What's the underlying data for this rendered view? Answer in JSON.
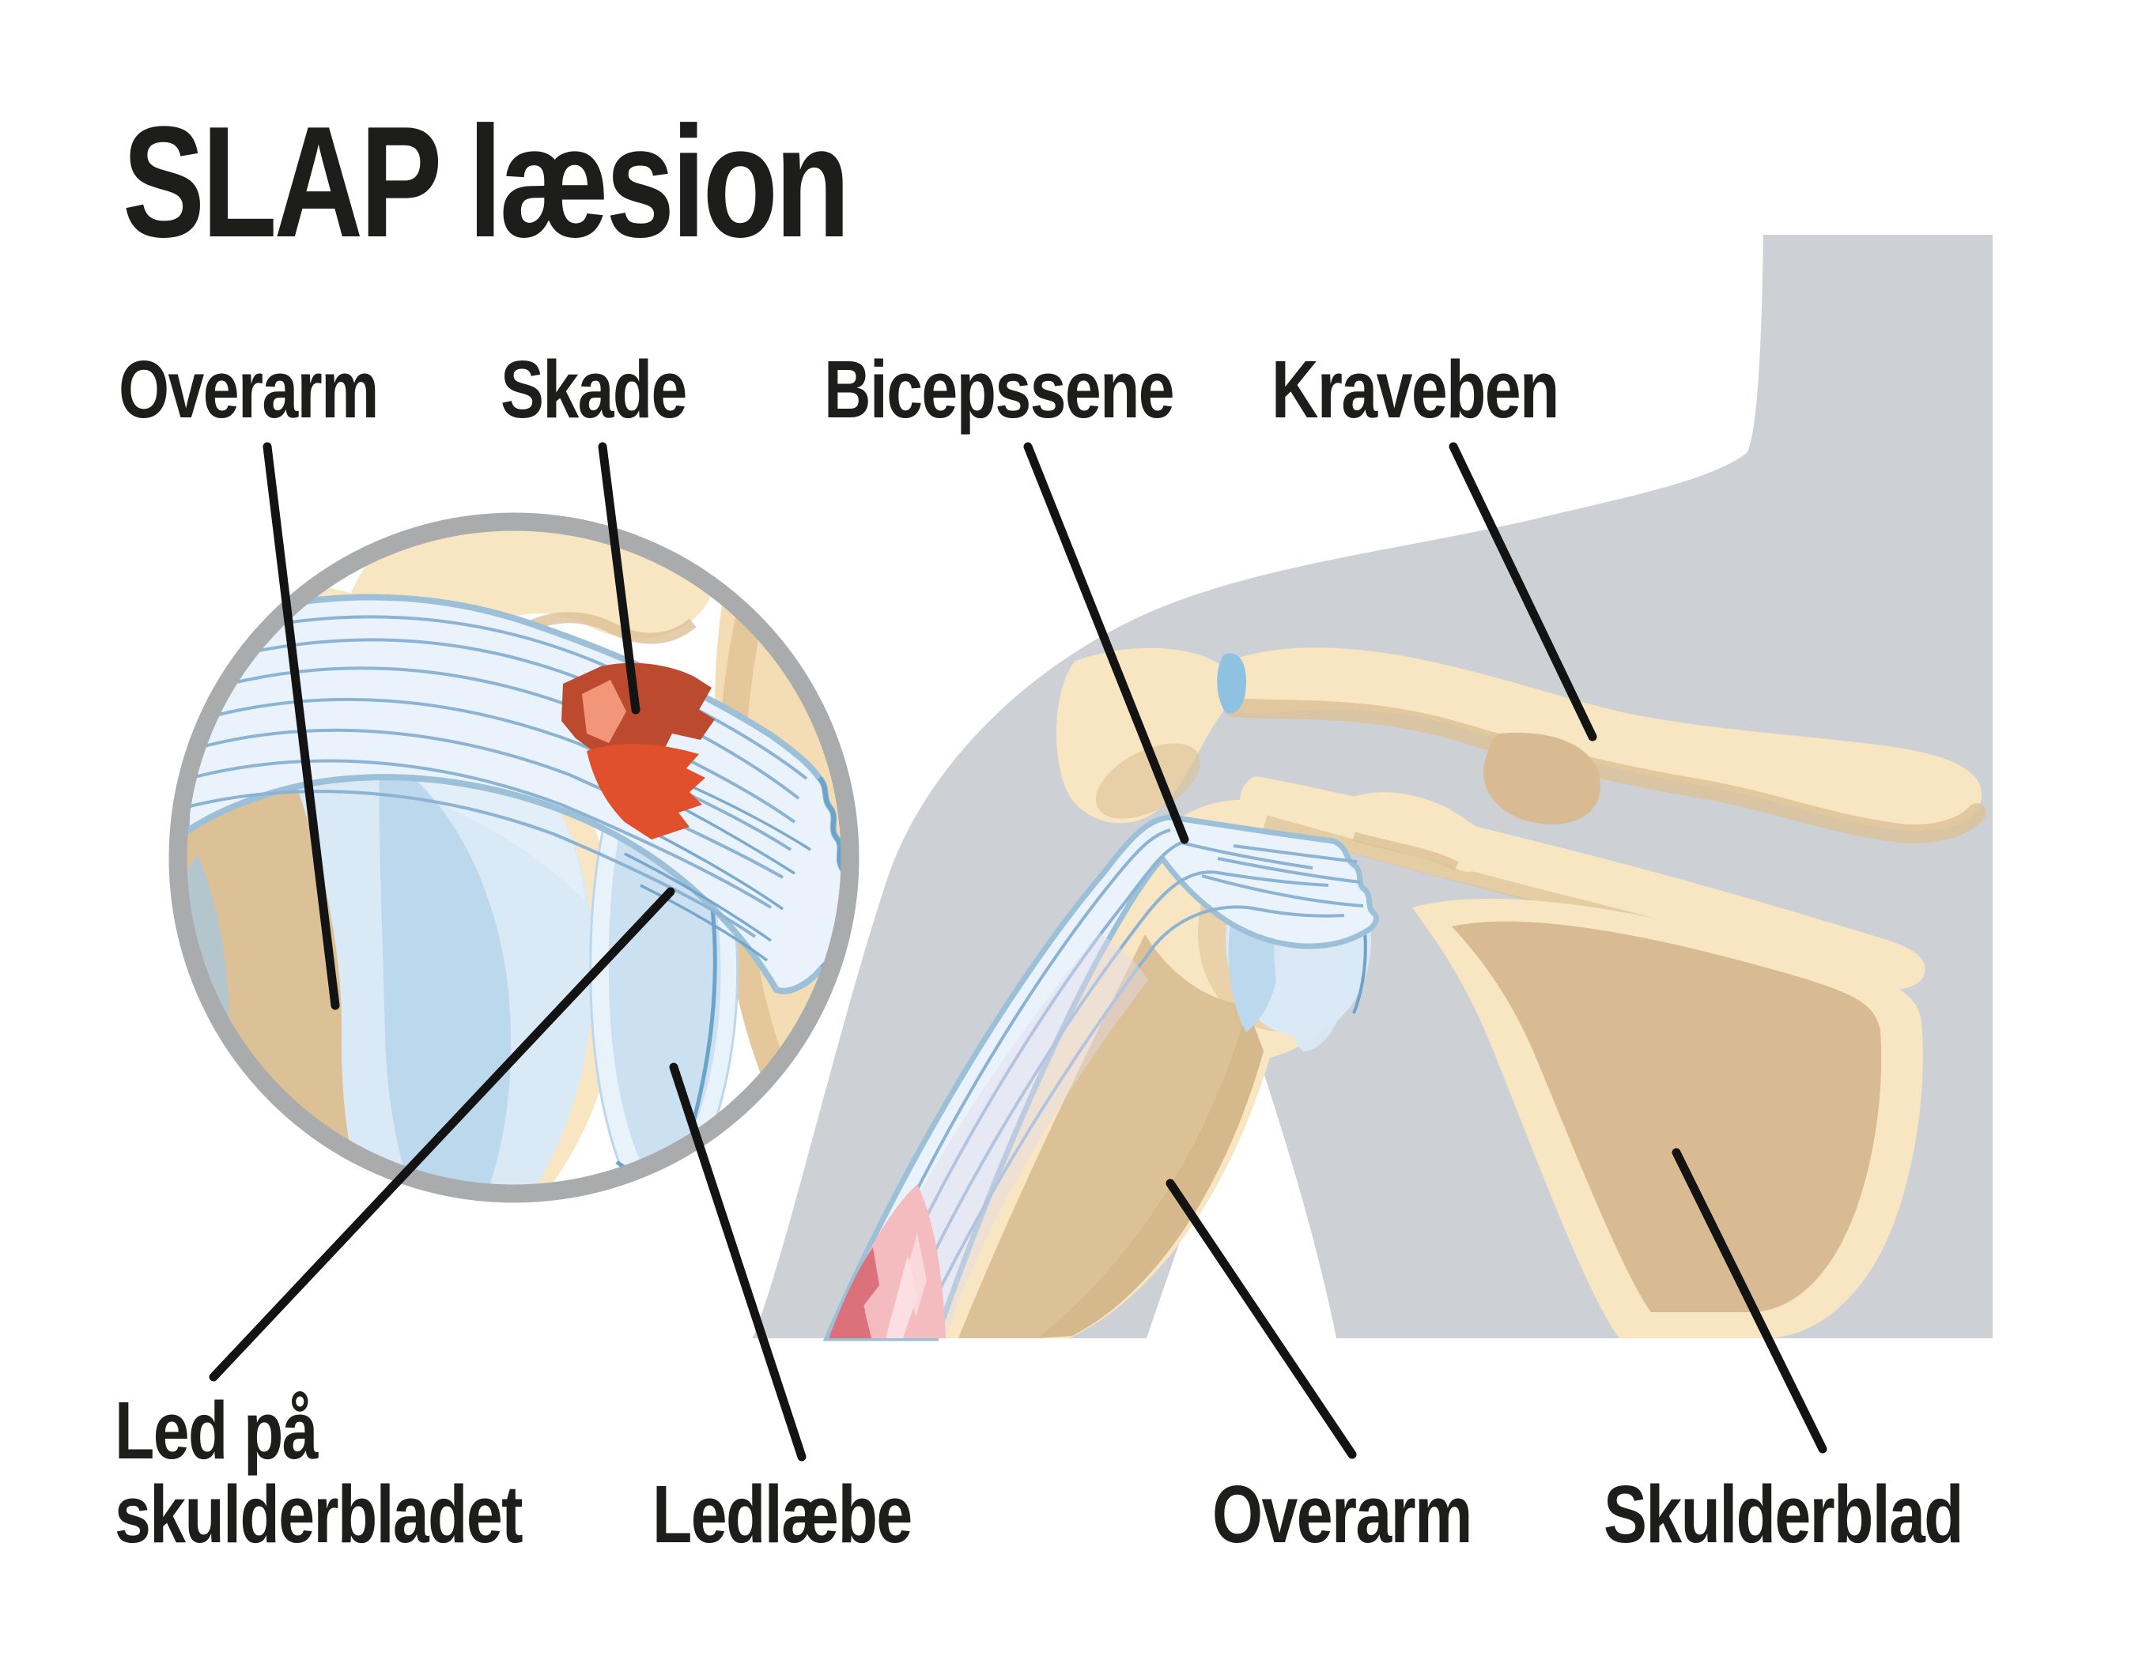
{
  "title": "SLAP læsion",
  "annotations": {
    "top": [
      {
        "text": "Overarm"
      },
      {
        "text": "Skade"
      },
      {
        "text": "Bicepssene"
      },
      {
        "text": "Kraveben"
      }
    ],
    "bottom": [
      {
        "line1": "Led på",
        "line2": "skulderbladet"
      },
      {
        "text": "Ledlæbe"
      },
      {
        "text": "Overarm"
      },
      {
        "text": "Skulderblad"
      }
    ]
  },
  "colors": {
    "background": "#ffffff",
    "text": "#1d1d1b",
    "leader_line": "#131313",
    "silhouette": "#cdd1d5",
    "ring": "#a9abad",
    "bone_light": "#f8e6c2",
    "bone_cream": "#f4ddb4",
    "bone_tan": "#dcc096",
    "bone_deep": "#d0b285",
    "bone_shadow": "#d8bb92",
    "tendon_fill": "#eaf3fb",
    "tendon_border": "#9cc0d8",
    "tendon_stripe": "#8cb3d4",
    "capsule_light": "#d9e9f5",
    "capsule_mid": "#bcd8ec",
    "capsule_deep": "#aac7db",
    "capsule_line": "#6ea3c9",
    "labrum_light": "#e8f2fa",
    "labrum_mid": "#c6ddef",
    "lesion_dark": "#bb4a2e",
    "lesion_bright": "#e0502c",
    "lesion_highlight": "#f29679",
    "muscle_pink": "#f5bcc0",
    "muscle_red": "#db717a",
    "muscle_pale": "#fbdfe2",
    "muscle_lavender": "#e3dcea",
    "ac_blue": "#8fc2e0"
  }
}
